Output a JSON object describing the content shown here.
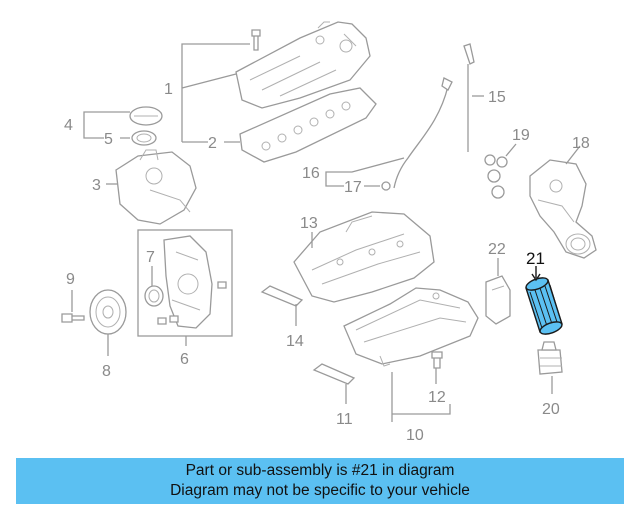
{
  "callouts": {
    "c1": "1",
    "c2": "2",
    "c3": "3",
    "c4": "4",
    "c5": "5",
    "c6": "6",
    "c7": "7",
    "c8": "8",
    "c9": "9",
    "c10": "10",
    "c11": "11",
    "c12": "12",
    "c13": "13",
    "c14": "14",
    "c15": "15",
    "c16": "16",
    "c17": "17",
    "c18": "18",
    "c19": "19",
    "c20": "20",
    "c21": "21",
    "c22": "22"
  },
  "highlight_color": "#5bc0f2",
  "banner": {
    "line1": "Part or sub-assembly is #21 in diagram",
    "line2": "Diagram may not be specific to your vehicle"
  }
}
